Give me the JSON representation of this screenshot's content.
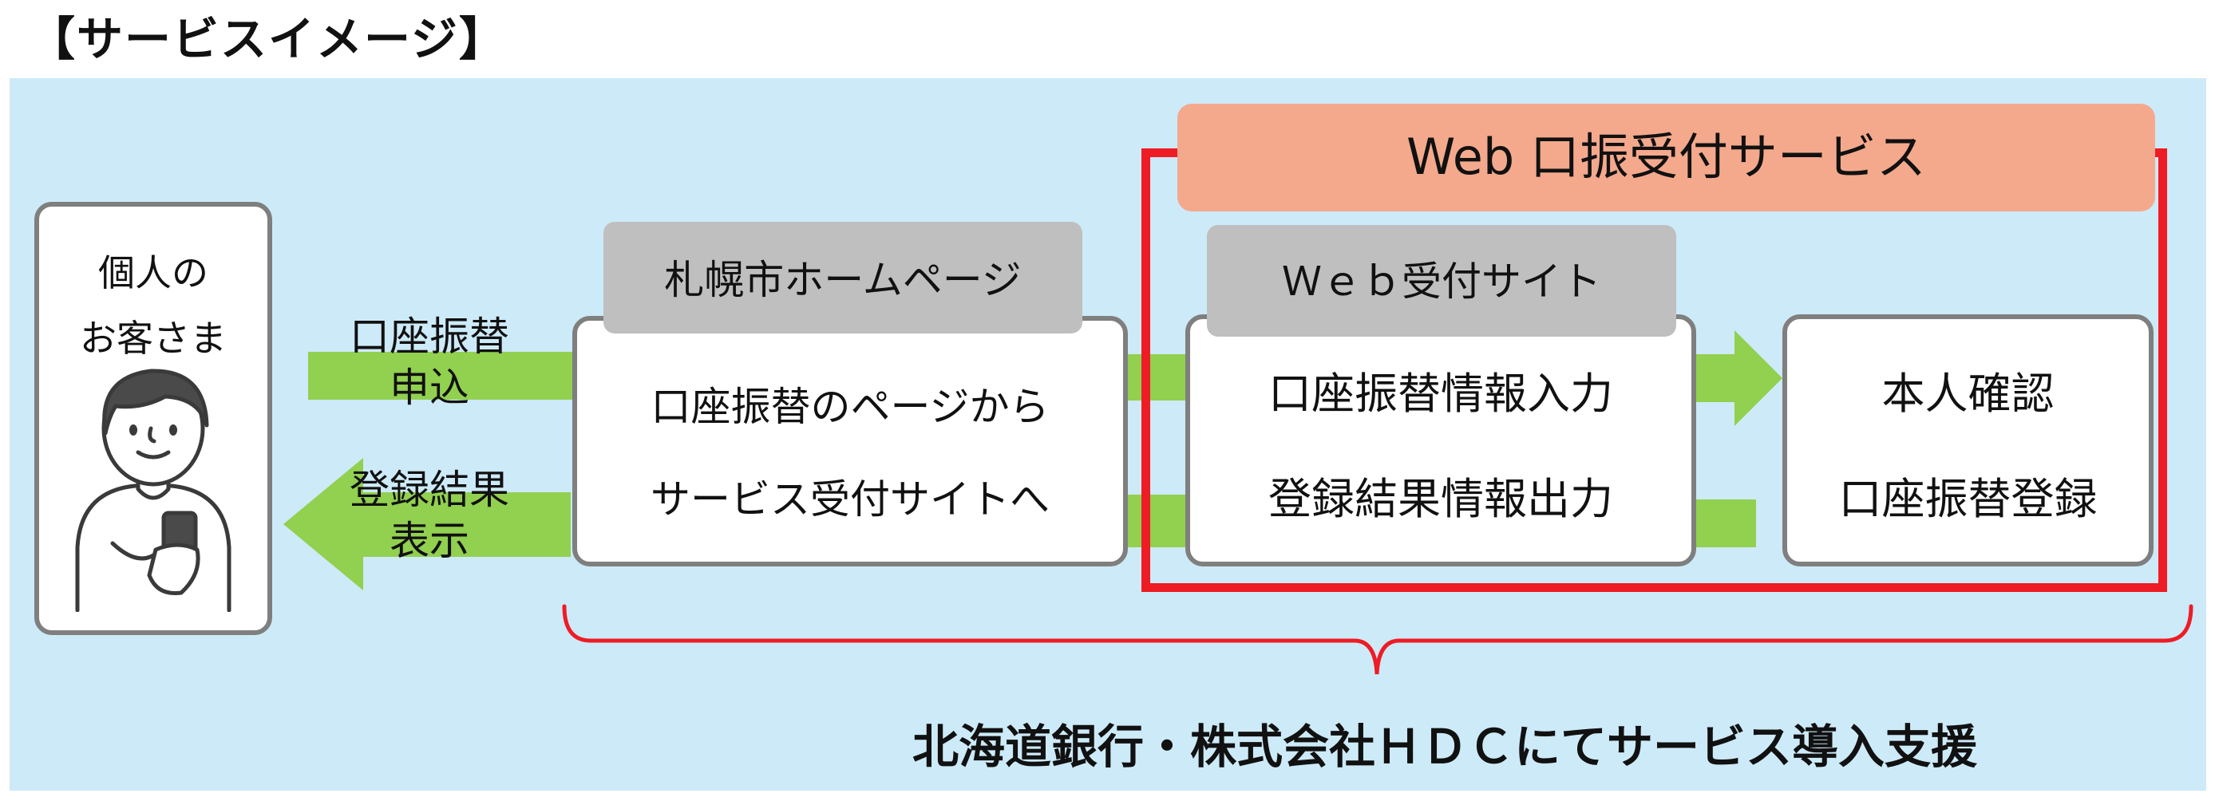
{
  "heading": "【サービスイメージ】",
  "customer": {
    "title_line1": "個人の",
    "title_line2": "お客さま"
  },
  "arrows": {
    "apply_line1": "口座振替",
    "apply_line2": "申込",
    "result_line1": "登録結果",
    "result_line2": "表示"
  },
  "homepage": {
    "label": "札幌市ホームページ",
    "body_line1": "口座振替のページから",
    "body_line2": "サービス受付サイトへ"
  },
  "web_service": {
    "title": "Web 口振受付サービス",
    "site_label": "Ｗｅｂ受付サイト",
    "site_item1": "口座振替情報入力",
    "site_item2": "登録結果情報出力",
    "verify_item1": "本人確認",
    "verify_item2": "口座振替登録"
  },
  "footer": "北海道銀行・株式会社ＨＤＣにてサービス導入支援",
  "colors": {
    "panel_background": "#cdeaf8",
    "arrow_green": "#92d050",
    "service_frame_red": "#ee1c24",
    "service_title_fill": "#f4a98c",
    "label_gray": "#bfbfbf",
    "box_border": "#7f7f7f"
  },
  "icons": {
    "customer": "person-with-smartphone-icon"
  }
}
